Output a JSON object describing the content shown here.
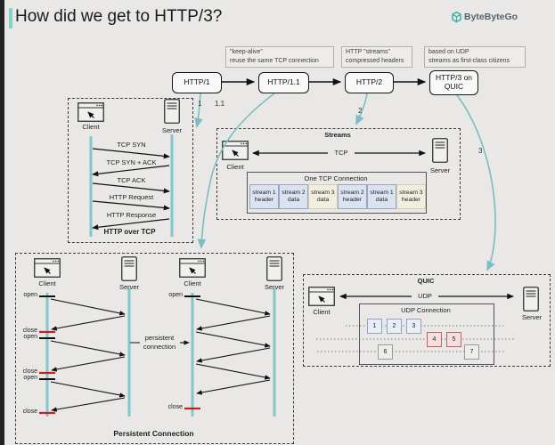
{
  "page": {
    "title": "How did we get to HTTP/3?",
    "brand": "ByteByteGo"
  },
  "colors": {
    "background": "#e9e8e6",
    "accent_teal": "#7ed3cb",
    "arrow_teal": "#79bec4",
    "lifeline_teal": "#80c8cc",
    "close_red": "#c32222",
    "stream_blue_bg": "#dce3f0",
    "stream_beige_bg": "#f2eedf",
    "packet_pink_bg": "#f7dede"
  },
  "flow": {
    "versions": [
      "HTTP/1",
      "HTTP/1.1",
      "HTTP/2",
      "HTTP/3 on QUIC"
    ],
    "annotations": [
      {
        "line1": "\"keep-alive\"",
        "line2": "reuse the same TCP connection"
      },
      {
        "line1": "HTTP \"streams\"",
        "line2": "compressed headers"
      },
      {
        "line1": "based on UDP",
        "line2": "streams as first-class citizens"
      }
    ],
    "pointers": [
      "1",
      "1.1",
      "2",
      "3"
    ]
  },
  "tcp_panel": {
    "title": "HTTP over TCP",
    "client": "Client",
    "server": "Server",
    "messages": [
      "TCP SYN",
      "TCP SYN + ACK",
      "TCP ACK",
      "HTTP Request",
      "HTTP Response"
    ]
  },
  "streams_panel": {
    "title": "Streams",
    "client": "Client",
    "server": "Server",
    "transport": "TCP",
    "connection_title": "One TCP Connection",
    "cells": [
      {
        "line1": "stream 1",
        "line2": "header"
      },
      {
        "line1": "stream 2",
        "line2": "data"
      },
      {
        "line1": "stream 3",
        "line2": "data"
      },
      {
        "line1": "stream 2",
        "line2": "header"
      },
      {
        "line1": "stream 1",
        "line2": "data"
      },
      {
        "line1": "stream 3",
        "line2": "header"
      }
    ]
  },
  "persistent_panel": {
    "title": "Persistent Connection",
    "client": "Client",
    "server": "Server",
    "open_label": "open",
    "close_label": "close",
    "bridge_line1": "persistent",
    "bridge_line2": "connection"
  },
  "quic_panel": {
    "title": "QUIC",
    "client": "Client",
    "server": "Server",
    "transport": "UDP",
    "connection_title": "UDP Connection",
    "packets": [
      "1",
      "2",
      "3",
      "4",
      "5",
      "6",
      "7"
    ]
  }
}
